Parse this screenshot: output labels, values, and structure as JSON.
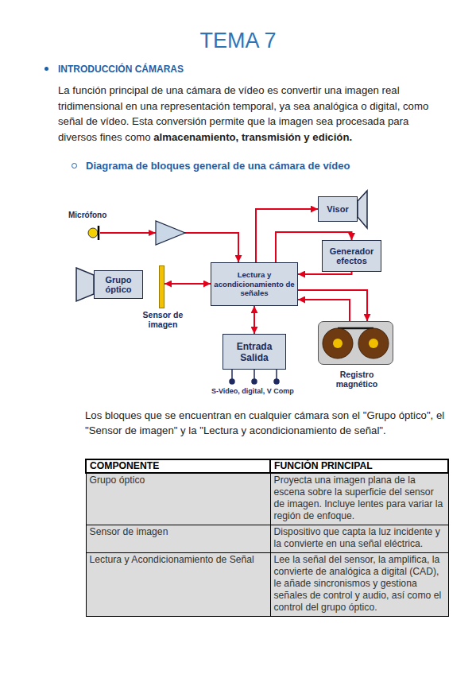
{
  "diagram": {
    "title": "TEMA 7",
    "nodes": [
      {
        "text": [
          "Micrófono"
        ]
      },
      {
        "text": [
          "Visor"
        ]
      },
      {
        "text": [
          "Generador efectos"
        ]
      },
      {
        "text": [
          "Grupo óptico"
        ]
      },
      {
        "text": [
          "Lectura y acondicionamiento de señales"
        ]
      },
      {
        "text": [
          "Sensor de imagen"
        ]
      },
      {
        "text": [
          "Entrada Salida"
        ]
      },
      {
        "text": [
          "Registro magnético"
        ]
      }
    ],
    "edges": [
      {
        "from": 0,
        "to": 4,
        "arrow": "to"
      },
      {
        "from": 4,
        "to": 1,
        "arrow": "to"
      },
      {
        "from": 4,
        "to": 2,
        "arrow": "to"
      },
      {
        "from": 2,
        "to": 4,
        "arrow": "to"
      },
      {
        "from": 5,
        "to": 4,
        "arrow": "both"
      },
      {
        "from": 4,
        "to": 7,
        "arrow": "to"
      },
      {
        "from": 7,
        "to": 4,
        "arrow": "to"
      },
      {
        "from": 4,
        "to": 6,
        "arrow": "both"
      }
    ],
    "labels": [
      "INTRODUCCIÓN CÁMARAS",
      "La función principal de una cámara de vídeo es convertir una imagen real tridimensional en una representación temporal, ya sea analógica o digital, como señal de vídeo. Esta conversión permite que la imagen sea procesada para diversos fines como",
      "almacenamiento, transmisión y edición.",
      "Diagrama de bloques general de una cámara de vídeo",
      "S-Video, digital, V Comp",
      "Los bloques que se encuentran en cualquier cámara son el \"Grupo óptico\", el \"Sensor de imagen\" y la \"Lectura y acondicionamiento de señal\".",
      "COMPONENTE",
      "FUNCIÓN PRINCIPAL",
      "Grupo óptico",
      "Proyecta una imagen plana de la escena sobre la superficie del sensor de imagen. Incluye lentes para variar la región de enfoque.",
      "Sensor de imagen",
      "Dispositivo que capta la luz incidente y la convierte en una señal eléctrica.",
      "Lectura y Acondicionamiento de Señal",
      "Lee la señal del sensor, la amplifica, la convierte de analógica a digital (CAD), le añade sincronismos y gestiona señales de control y audio, así como el control del grupo óptico."
    ]
  }
}
